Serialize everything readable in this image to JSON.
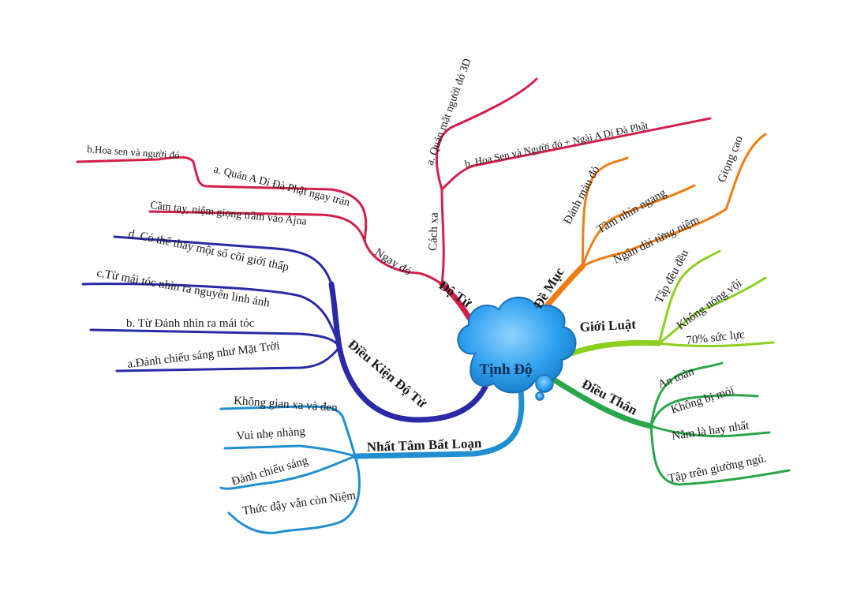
{
  "center": {
    "label": "Tịnh Độ",
    "color": "#2ea0ee"
  },
  "branches": {
    "do_tu": {
      "label": "Độ Tử",
      "color": "#d21f4a",
      "sub_ngay_do": "Ngay đó",
      "sub_cach_xa": "Cách xa",
      "leaf_cam_tay": "Cầm tay, niệm giọng trầm vào Ajna",
      "leaf_quan": "a. Quán A Di Đà Phật ngay trán",
      "leaf_hoa_sen": "b.Hoa sen và người đó",
      "leaf_quan_3d": "a. Quán mặt người đó 3D",
      "leaf_hoa_sen_a_di": "b. Hoa Sen và Người đó + Ngài A Di Đà Phật"
    },
    "de_muc": {
      "label": "Đề Mục",
      "color": "#f07c16",
      "leaf_danh": "Đảnh màu đỏ",
      "leaf_tam_nhin": "Tầm nhìn ngang",
      "leaf_ngan_dai": "Ngân dài từng niệm",
      "leaf_giong": "Giọng cao"
    },
    "gioi_luat": {
      "label": "Giới Luật",
      "color": "#8ccf1e",
      "leaf_tap": "Tập đều đều",
      "leaf_khong": "Không nóng vội",
      "leaf_70": "70% sức lực"
    },
    "dieu_than": {
      "label": "Điều Thân",
      "color": "#2aa64a",
      "leaf_an_toan": "An toàn",
      "leaf_khong_moi": "Không bị mỏi",
      "leaf_nam": "Nằm là hay nhất",
      "leaf_tap_giuong": "Tập trên giường ngủ."
    },
    "nhat_tam": {
      "label": "Nhất Tâm Bất Loạn",
      "color": "#1f8fd0",
      "leaf_khong_gian": "Không gian xa và đen",
      "leaf_vui": "Vui nhẹ nhàng",
      "leaf_danh_chieu": "Đảnh chiếu sáng",
      "leaf_thuc_day": "Thức dậy vẫn còn Niệm"
    },
    "dieu_kien": {
      "label": "Điều Kiện Độ Tử",
      "color": "#2b2aa6",
      "leaf_co_the": "d. Có thể thấy một số cõi giới thấp",
      "leaf_tu_mai_toc": "c.Từ mái tóc nhìn ra nguyên linh ảnh",
      "leaf_tu_danh": "b. Từ Đảnh nhìn ra mái tóc",
      "leaf_danh_chieu_sang": "a.Đảnh chiếu sáng như Mặt Trời"
    }
  }
}
